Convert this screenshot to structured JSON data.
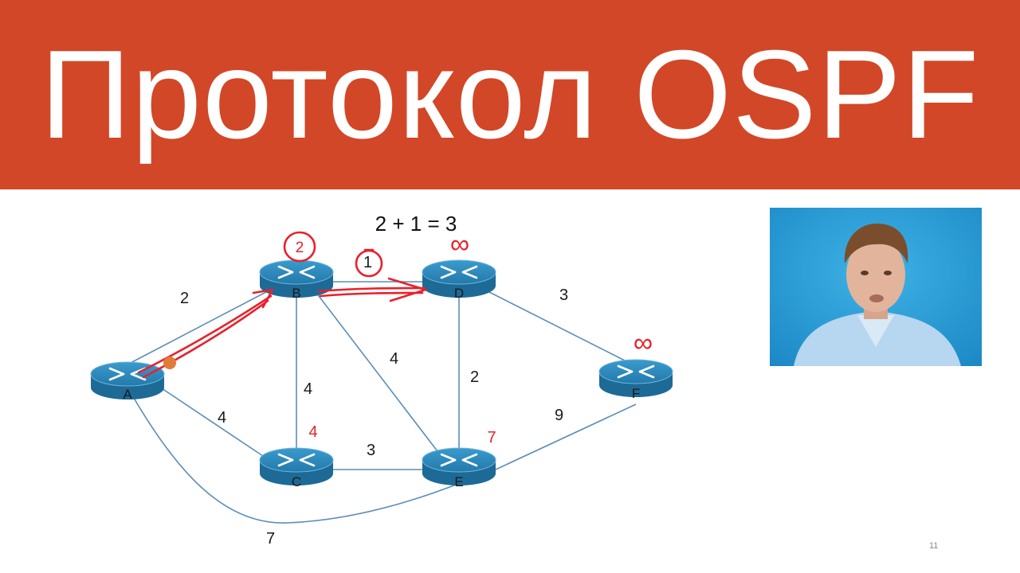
{
  "slide": {
    "title": "Протокол OSPF",
    "slide_number": "11",
    "formula": "2 + 1 = 3"
  },
  "colors": {
    "banner": "#d24727",
    "link": "#5b8db8",
    "router_top": "#2b86b8",
    "router_side": "#1d6a96",
    "annotation_red": "#e8212b",
    "origin_dot": "#e07b39"
  },
  "graph": {
    "nodes": [
      {
        "id": "A",
        "label": "A",
        "distance": ""
      },
      {
        "id": "B",
        "label": "B",
        "distance": "2"
      },
      {
        "id": "C",
        "label": "C",
        "distance": "4"
      },
      {
        "id": "D",
        "label": "D",
        "distance": "∞"
      },
      {
        "id": "E",
        "label": "E",
        "distance": "7"
      },
      {
        "id": "F",
        "label": "F",
        "distance": "∞"
      }
    ],
    "edges": [
      {
        "from": "A",
        "to": "B",
        "weight": "2"
      },
      {
        "from": "A",
        "to": "C",
        "weight": "4"
      },
      {
        "from": "A",
        "to": "E",
        "weight": "7"
      },
      {
        "from": "B",
        "to": "C",
        "weight": "4"
      },
      {
        "from": "B",
        "to": "D",
        "weight": "1"
      },
      {
        "from": "B",
        "to": "E",
        "weight": "4"
      },
      {
        "from": "C",
        "to": "E",
        "weight": "3"
      },
      {
        "from": "D",
        "to": "E",
        "weight": "2"
      },
      {
        "from": "D",
        "to": "F",
        "weight": "3"
      },
      {
        "from": "E",
        "to": "F",
        "weight": "9"
      }
    ],
    "path_arrows": [
      {
        "from": "A",
        "to": "B"
      },
      {
        "from": "B",
        "to": "D"
      }
    ]
  }
}
